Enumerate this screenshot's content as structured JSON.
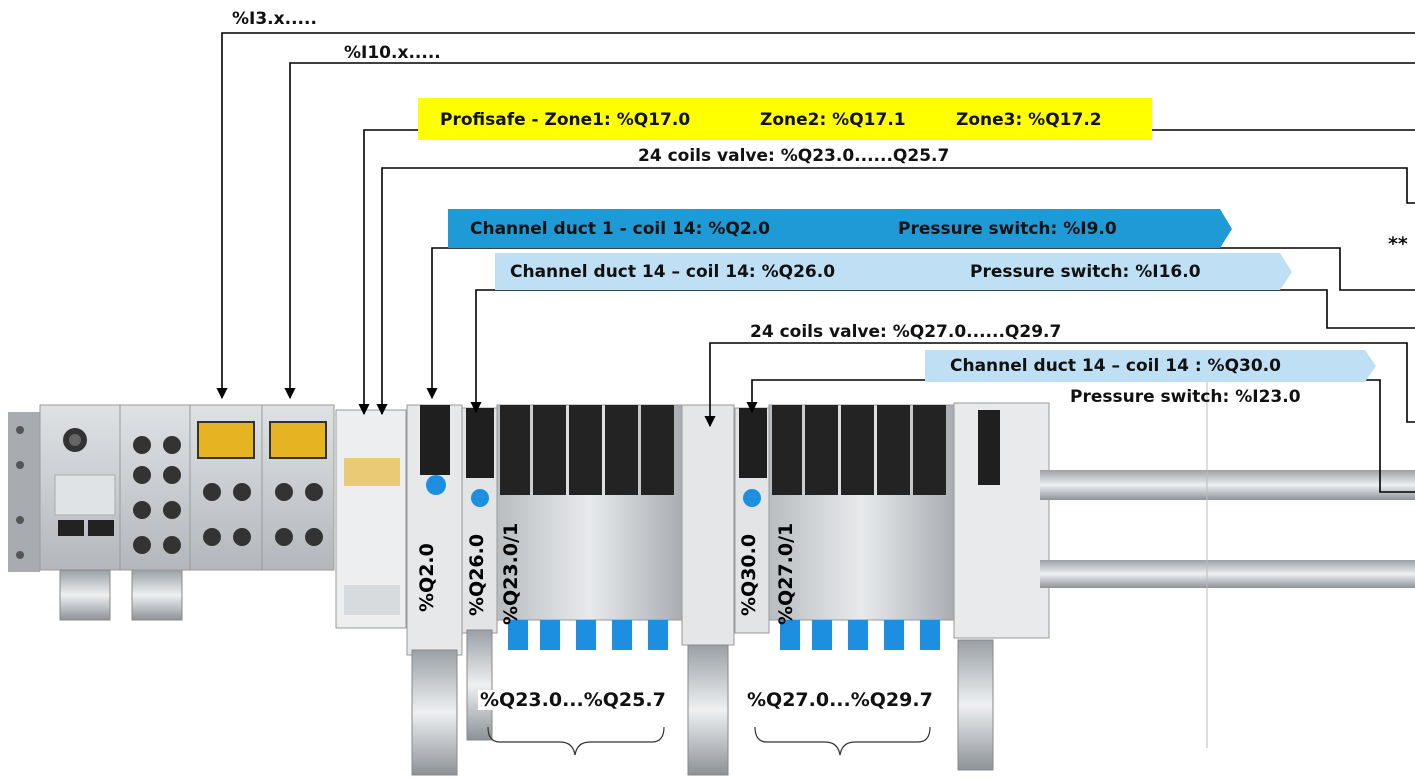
{
  "addresses": {
    "i3": "%I3.x.....",
    "i10": "%I10.x.....",
    "profisafe": {
      "prefix": "Profisafe - Zone1: %Q17.0",
      "zone2": "Zone2: %Q17.1",
      "zone3": "Zone3: %Q17.2",
      "highlight_color": "#ffff00"
    },
    "coils_1": "24 coils valve: %Q23.0......Q25.7",
    "coils_2": "24 coils valve: %Q27.0......Q29.7",
    "duct1": {
      "label": "Channel duct 1 - coil 14: %Q2.0",
      "switch": "Pressure switch: %I9.0",
      "color": "#1e9ad6"
    },
    "duct14a": {
      "label": "Channel duct 14 – coil 14: %Q26.0",
      "switch": "Pressure switch: %I16.0",
      "color": "#bfe0f4"
    },
    "duct14b": {
      "label": "Channel duct 14 – coil 14 : %Q30.0",
      "switch": "Pressure switch: %I23.0",
      "color": "#bfe0f4"
    },
    "asterisk": "**"
  },
  "valve_labels": [
    "%Q2.0",
    "%Q26.0",
    "%Q23.0/1",
    "%Q30.0",
    "%Q27.0/1"
  ],
  "range_labels": [
    "%Q23.0...%Q25.7",
    "%Q27.0...%Q29.7"
  ]
}
